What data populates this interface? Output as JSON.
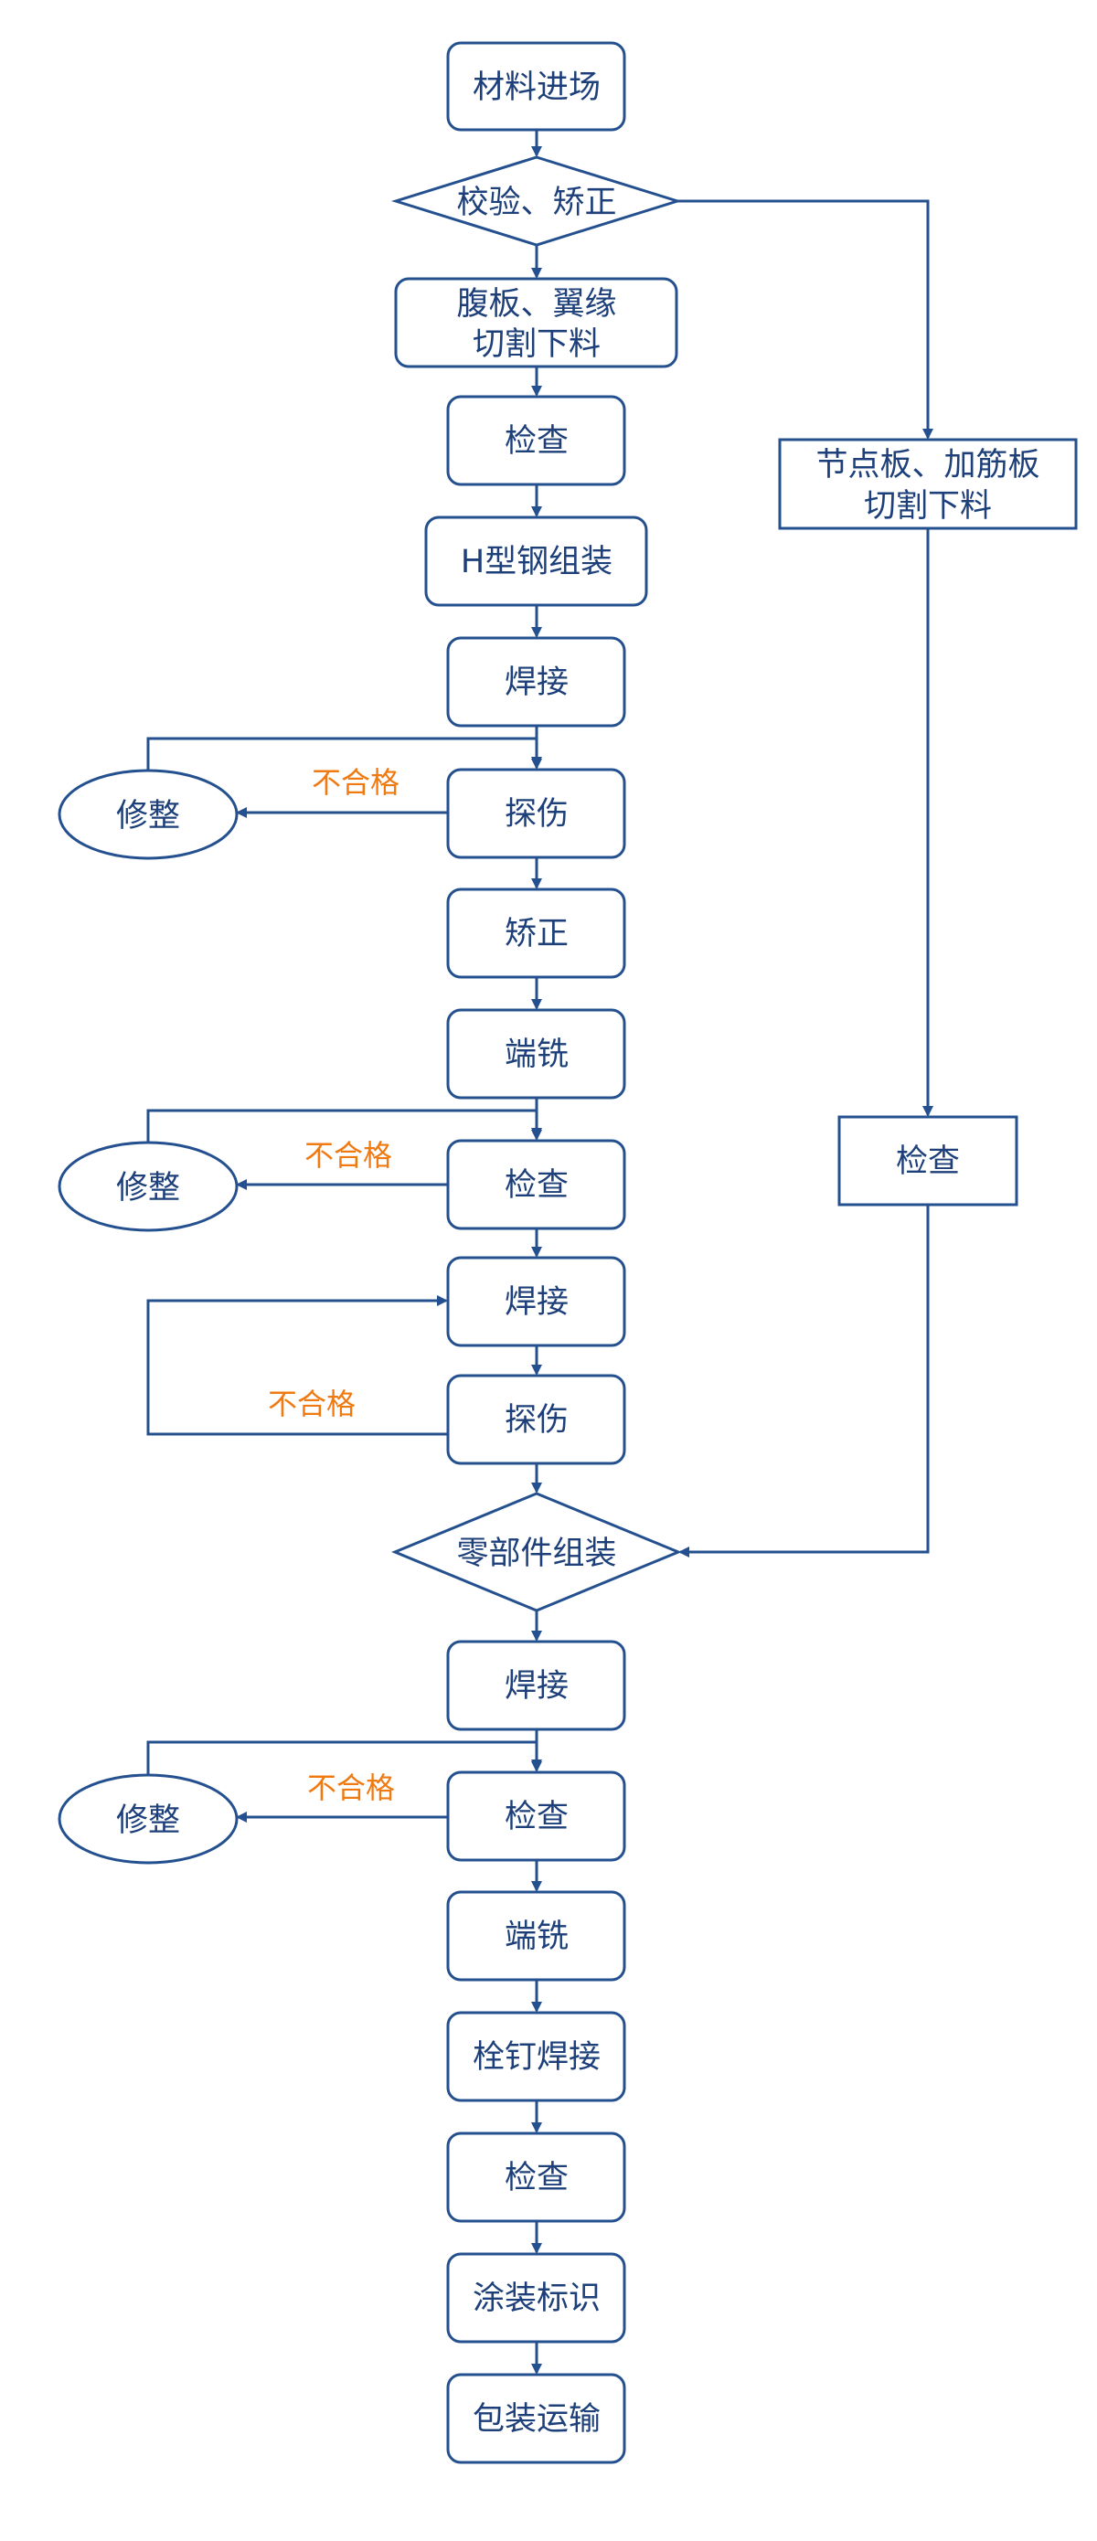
{
  "diagram": {
    "nodes": {
      "material_in": "材料进场",
      "check_straighten": "校验、矫正",
      "web_flange_cut_1": "腹板、翼缘",
      "web_flange_cut_2": "切割下料",
      "inspect_1": "检查",
      "h_beam_assembly": "H型钢组装",
      "welding_1": "焊接",
      "repair_1": "修整",
      "flaw_detect_1": "探伤",
      "straighten": "矫正",
      "end_milling_1": "端铣",
      "repair_2": "修整",
      "inspect_2": "检查",
      "welding_2": "焊接",
      "flaw_detect_2": "探伤",
      "parts_assembly": "零部件组装",
      "welding_3": "焊接",
      "repair_3": "修整",
      "inspect_3": "检查",
      "end_milling_2": "端铣",
      "stud_welding": "栓钉焊接",
      "inspect_4": "检查",
      "painting_marking": "涂装标识",
      "packing_transport": "包装运输",
      "gusset_cut_1": "节点板、加筋板",
      "gusset_cut_2": "切割下料",
      "gusset_inspect": "检查"
    },
    "edge_labels": {
      "fail_1": "不合格",
      "fail_2": "不合格",
      "fail_3": "不合格",
      "fail_4": "不合格"
    }
  }
}
